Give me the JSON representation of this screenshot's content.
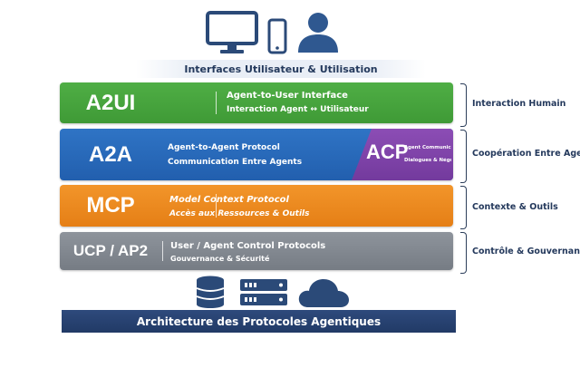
{
  "header": {
    "title": "Interfaces Utilisateur & Utilisation"
  },
  "layers": {
    "a2ui": {
      "abbr": "A2UI",
      "title": "Agent-to-User Interface",
      "subtitle": "Interaction Agent ↔ Utilisateur",
      "color": "#3f9a36"
    },
    "a2a": {
      "abbr": "A2A",
      "title": "Agent-to-Agent Protocol",
      "subtitle": "Communication Entre Agents",
      "color": "#225fae"
    },
    "acp": {
      "abbr": "ACP",
      "title": "Agent Communication Protocol",
      "subtitle": "Dialogues & Négociation",
      "color": "#733a9d"
    },
    "mcp": {
      "abbr": "MCP",
      "title": "Model Context Protocol",
      "subtitle": "Accès aux Ressources & Outils",
      "color": "#e57f16"
    },
    "ucp": {
      "abbr": "UCP / AP2",
      "title": "User / Agent Control Protocols",
      "subtitle": "Gouvernance & Sécurité",
      "color": "#767c84"
    }
  },
  "side_labels": {
    "human": "Interaction Humain",
    "cooperation": "Coopération Entre Agents",
    "context": "Contexte & Outils",
    "control": "Contrôle & Gouvernance"
  },
  "icons": [
    "monitor-icon",
    "smartphone-icon",
    "user-icon",
    "database-icon",
    "server-icon",
    "cloud-icon"
  ],
  "footer": {
    "title": "Architecture des Protocoles Agentiques"
  }
}
